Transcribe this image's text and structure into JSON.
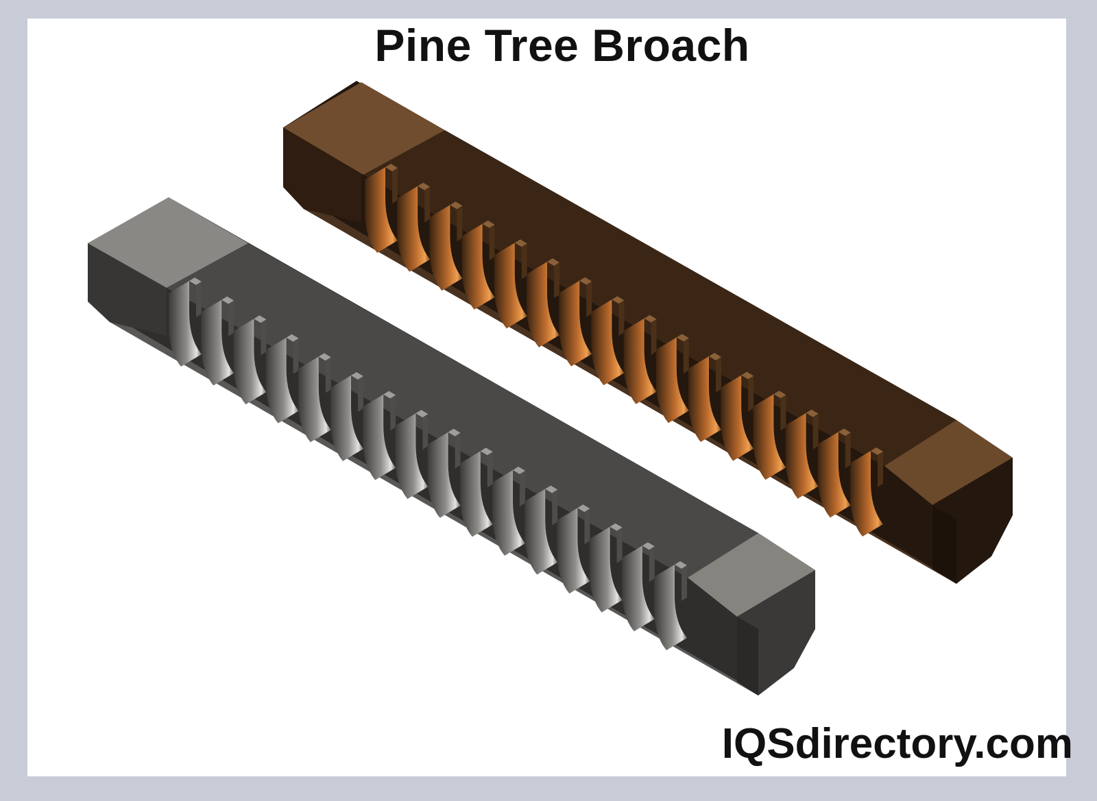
{
  "title": "Pine Tree Broach",
  "watermark": "IQSdirectory.com",
  "colors": {
    "background_frame": "#c8ccd6",
    "panel": "#ffffff",
    "copper_top": "#6f4d2e",
    "copper_side": "#2a1b10",
    "copper_highlight": "#e08a3c",
    "steel_top": "#8a8884",
    "steel_side": "#323130",
    "steel_highlight": "#d8d6d3"
  },
  "objects": [
    {
      "name": "copper-broach",
      "material": "copper"
    },
    {
      "name": "steel-broach",
      "material": "steel"
    }
  ]
}
